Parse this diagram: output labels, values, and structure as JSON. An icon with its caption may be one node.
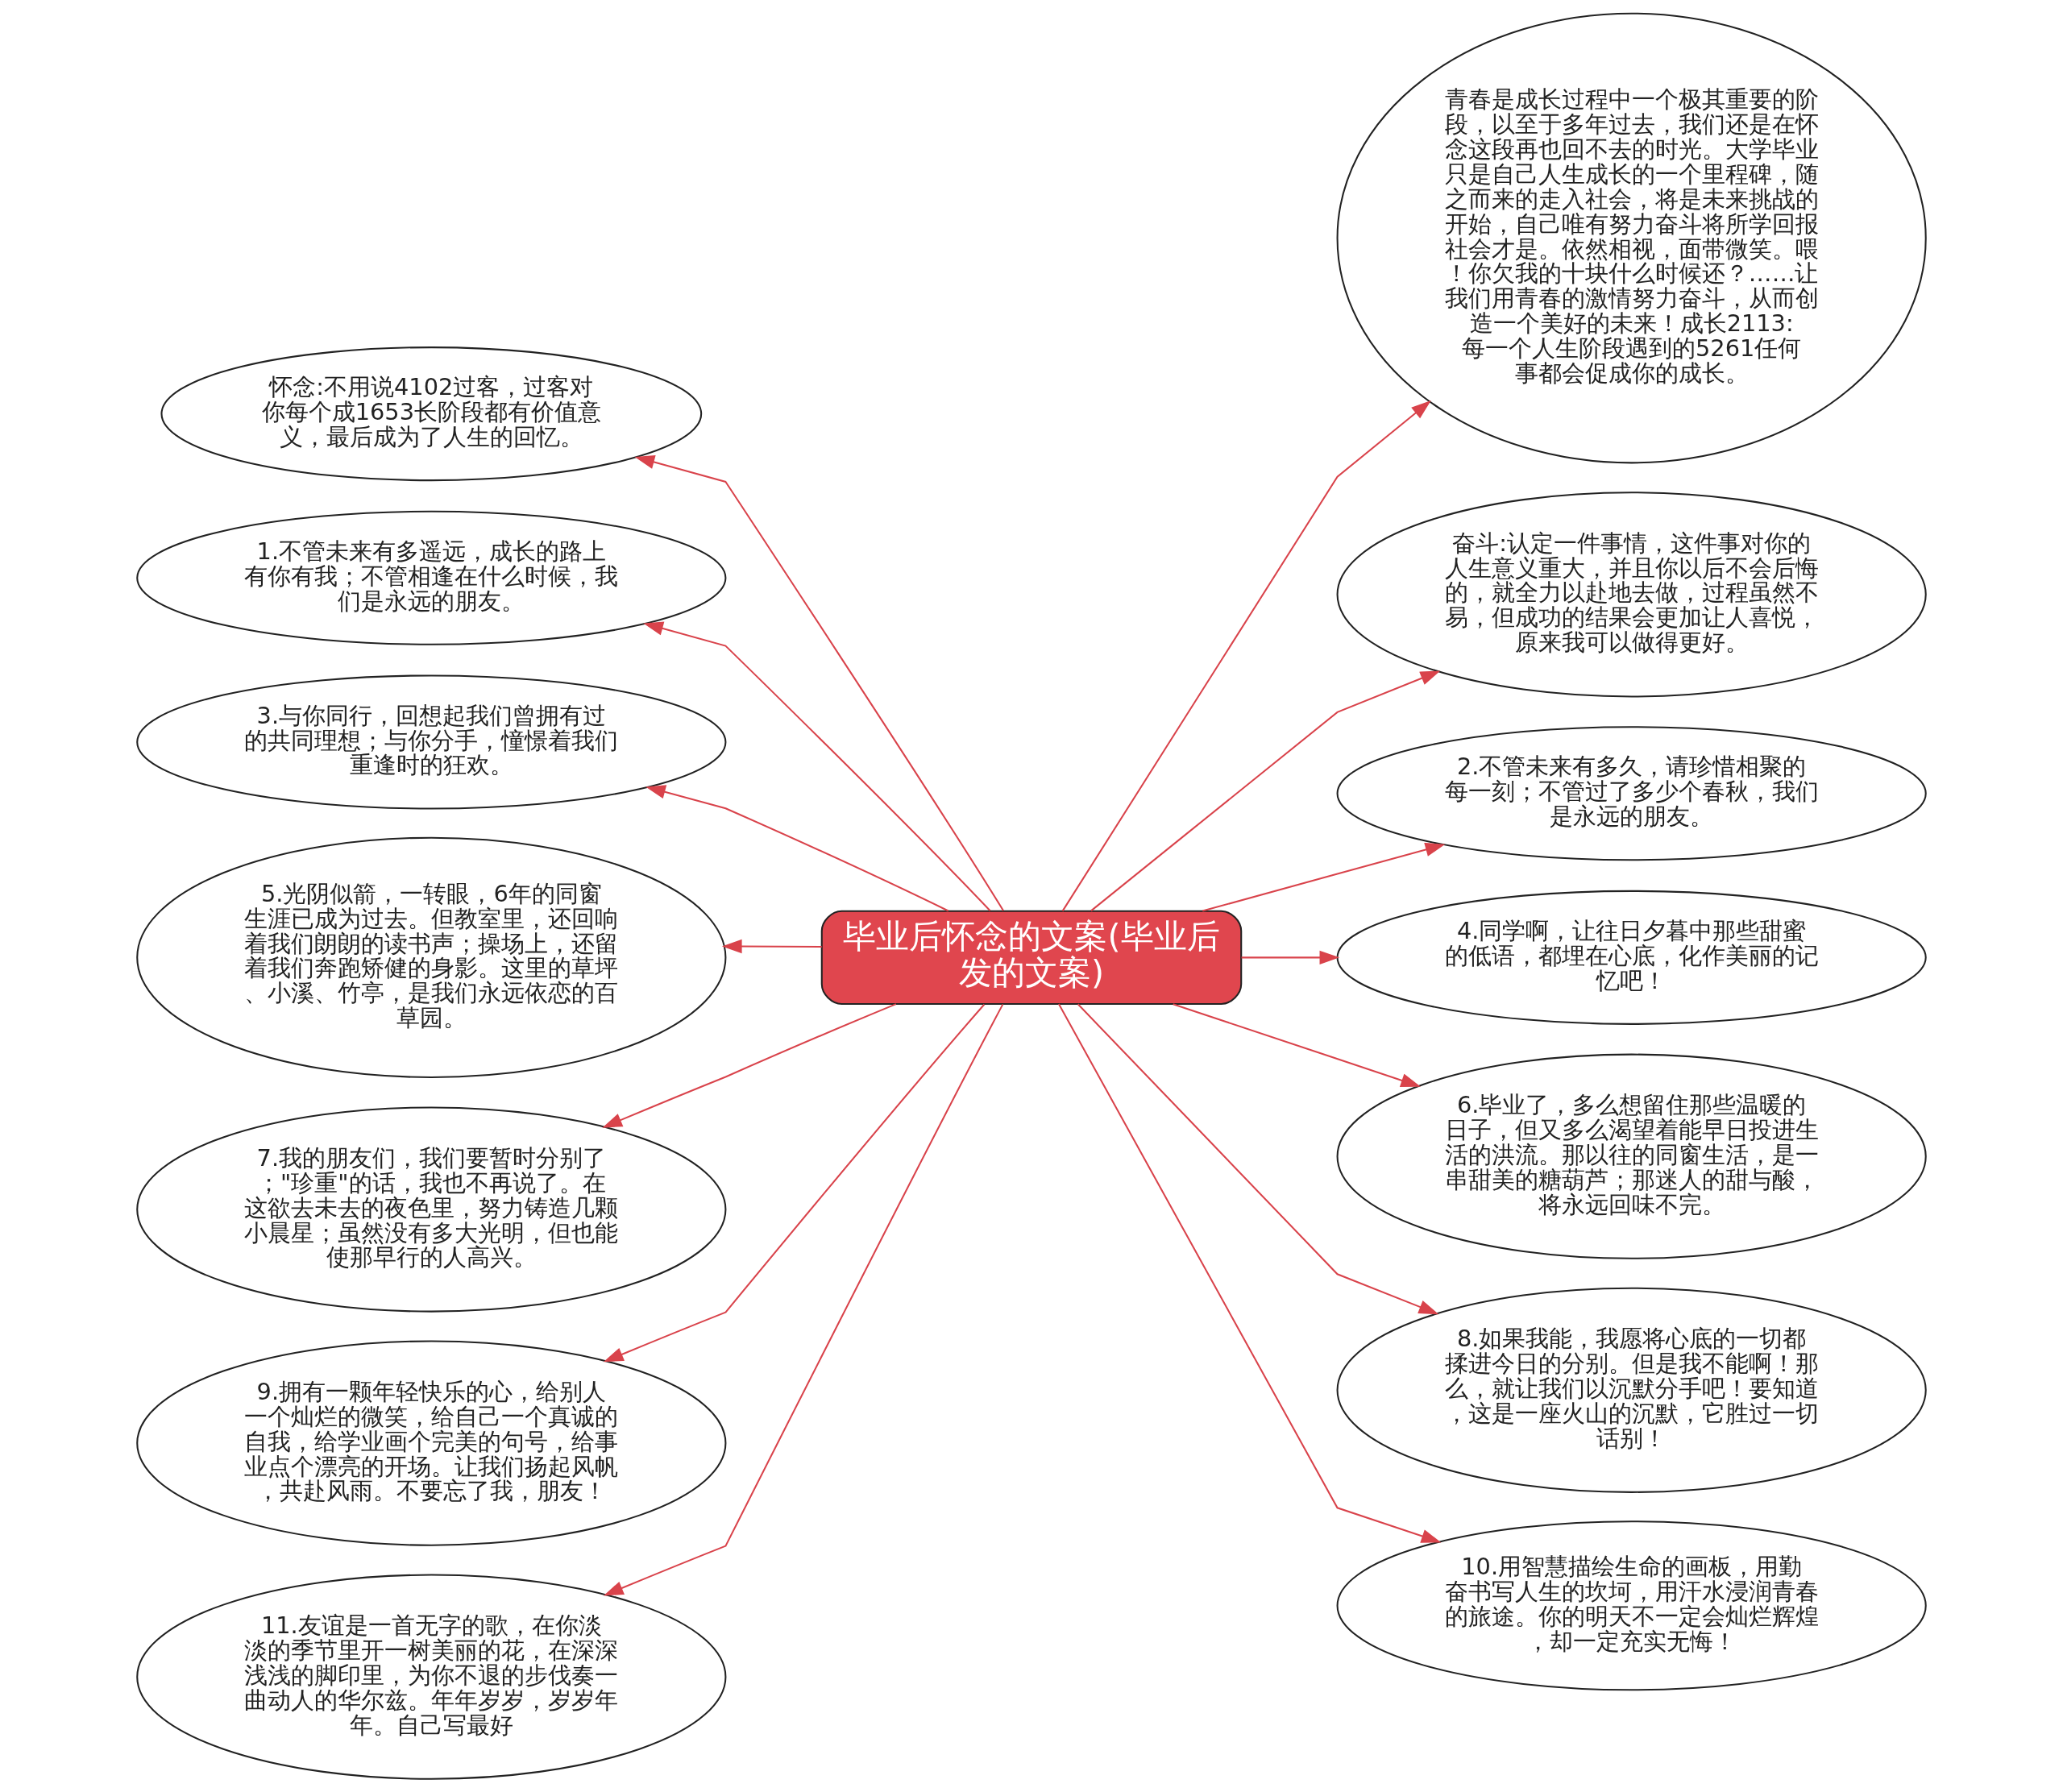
{
  "diagram": {
    "nodes": [
      {
        "text": [
          "毕业后怀念的文案(毕业后发的文案)"
        ]
      },
      {
        "text": [
          "怀念:不用说4102过客，过客对你每个成1653长阶段都有价值意义，最后成为了人生的回忆。"
        ]
      },
      {
        "text": [
          "1.不管未来有多遥远，成长的路上有你有我；不管相逢在什么时候，我们是永远的朋友。"
        ]
      },
      {
        "text": [
          "3.与你同行，回想起我们曾拥有过的共同理想；与你分手，憧憬着我们重逢时的狂欢。"
        ]
      },
      {
        "text": [
          "5.光阴似箭，一转眼，6年的同窗生涯已成为过去。但教室里，还回响着我们朗朗的读书声；操场上，还留着我们奔跑矫健的身影。这里的草坪、小溪、竹亭，是我们永远依恋的百草园。"
        ]
      },
      {
        "text": [
          "7.我的朋友们，我们要暂时分别了；\"珍重\"的话，我也不再说了。在这欲去未去的夜色里，努力铸造几颗小晨星；虽然没有多大光明，但也能使那早行的人高兴。"
        ]
      },
      {
        "text": [
          "9.拥有一颗年轻快乐的心，给别人一个灿烂的微笑，给自己一个真诚的自我，给学业画个完美的句号，给事业点个漂亮的开场。让我们扬起风帆，共赴风雨。不要忘了我，朋友！"
        ]
      },
      {
        "text": [
          "11.友谊是一首无字的歌，在你淡淡的季节里开一树美丽的花，在深深浅浅的脚印里，为你不退的步伐奏一曲动人的华尔兹。年年岁岁，岁岁年年。自己写最好"
        ]
      },
      {
        "text": [
          "青春是成长过程中一个极其重要的阶段，以至于多年过去，我们还是在怀念这段再也回不去的时光。大学毕业只是自己人生成长的一个里程碑，随之而来的走入社会，将是未来挑战的开始，自己唯有努力奋斗将所学回报社会才是。依然相视，面带微笑。喂！你欠我的十块什么时候还？……让我们用青春的激情努力奋斗，从而创造一个美好的未来！成长2113:每一个人生阶段遇到的5261任何事都会促成你的成长。"
        ]
      },
      {
        "text": [
          "奋斗:认定一件事情，这件事对你的人生意义重大，并且你以后不会后悔的，就全力以赴地去做，过程虽然不易，但成功的结果会更加让人喜悦，原来我可以做得更好。"
        ]
      },
      {
        "text": [
          "2.不管未来有多久，请珍惜相聚的每一刻；不管过了多少个春秋，我们是永远的朋友。"
        ]
      },
      {
        "text": [
          "4.同学啊，让往日夕暮中那些甜蜜的低语，都埋在心底，化作美丽的记忆吧！"
        ]
      },
      {
        "text": [
          "6.毕业了，多么想留住那些温暖的日子，但又多么渴望着能早日投进生活的洪流。那以往的同窗生活，是一串甜美的糖葫芦；那迷人的甜与酸，将永远回味不完。"
        ]
      },
      {
        "text": [
          "8.如果我能，我愿将心底的一切都揉进今日的分别。但是我不能啊！那么，就让我们以沉默分手吧！要知道，这是一座火山的沉默，它胜过一切话别！"
        ]
      },
      {
        "text": [
          "10.用智慧描绘生命的画板，用勤奋书写人生的坎坷，用汗水浸润青春的旅途。你的明天不一定会灿烂辉煌，却一定充实无悔！"
        ]
      }
    ],
    "edges": [
      {
        "from": 0,
        "to": 1,
        "arrow": "to"
      },
      {
        "from": 0,
        "to": 2,
        "arrow": "to"
      },
      {
        "from": 0,
        "to": 3,
        "arrow": "to"
      },
      {
        "from": 0,
        "to": 4,
        "arrow": "to"
      },
      {
        "from": 0,
        "to": 5,
        "arrow": "to"
      },
      {
        "from": 0,
        "to": 6,
        "arrow": "to"
      },
      {
        "from": 0,
        "to": 7,
        "arrow": "to"
      },
      {
        "from": 0,
        "to": 8,
        "arrow": "to"
      },
      {
        "from": 0,
        "to": 9,
        "arrow": "to"
      },
      {
        "from": 0,
        "to": 10,
        "arrow": "to"
      },
      {
        "from": 0,
        "to": 11,
        "arrow": "to"
      },
      {
        "from": 0,
        "to": 12,
        "arrow": "to"
      },
      {
        "from": 0,
        "to": 13,
        "arrow": "to"
      },
      {
        "from": 0,
        "to": 14,
        "arrow": "to"
      }
    ]
  }
}
